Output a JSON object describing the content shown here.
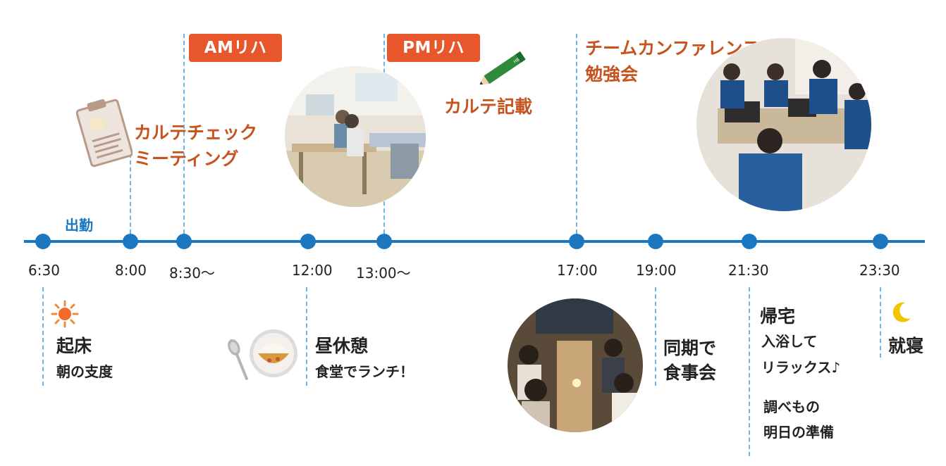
{
  "badges": {
    "am": "AMリハ",
    "pm": "PMリハ"
  },
  "labels": {
    "commute": "出勤",
    "chart_check_line1": "カルテチェック",
    "chart_check_line2": "ミーティング",
    "chart_entry": "カルテ記載",
    "conference_line1": "チームカンファレンス",
    "conference_line2": "勉強会"
  },
  "times": [
    "6:30",
    "8:00",
    "8:30〜",
    "12:00",
    "13:00〜",
    "17:00",
    "19:00",
    "21:30",
    "23:30"
  ],
  "events": {
    "wake_title": "起床",
    "wake_sub": "朝の支度",
    "lunch_title": "昼休憩",
    "lunch_sub": "食堂でランチ！",
    "dinner_line1": "同期で",
    "dinner_line2": "食事会",
    "home_title": "帰宅",
    "home_sub1": "入浴して",
    "home_sub2": "リラックス♪",
    "study_line1": "調べもの",
    "study_line2": "明日の準備",
    "sleep_title": "就寝"
  },
  "icons": [
    "sun-icon",
    "clipboard-icon",
    "pencil-icon",
    "curry-plate-icon",
    "spoon-icon",
    "moon-icon"
  ],
  "colors": {
    "axis": "#1b78c0",
    "badge": "#e8572c",
    "orange_text": "#c7531f"
  }
}
